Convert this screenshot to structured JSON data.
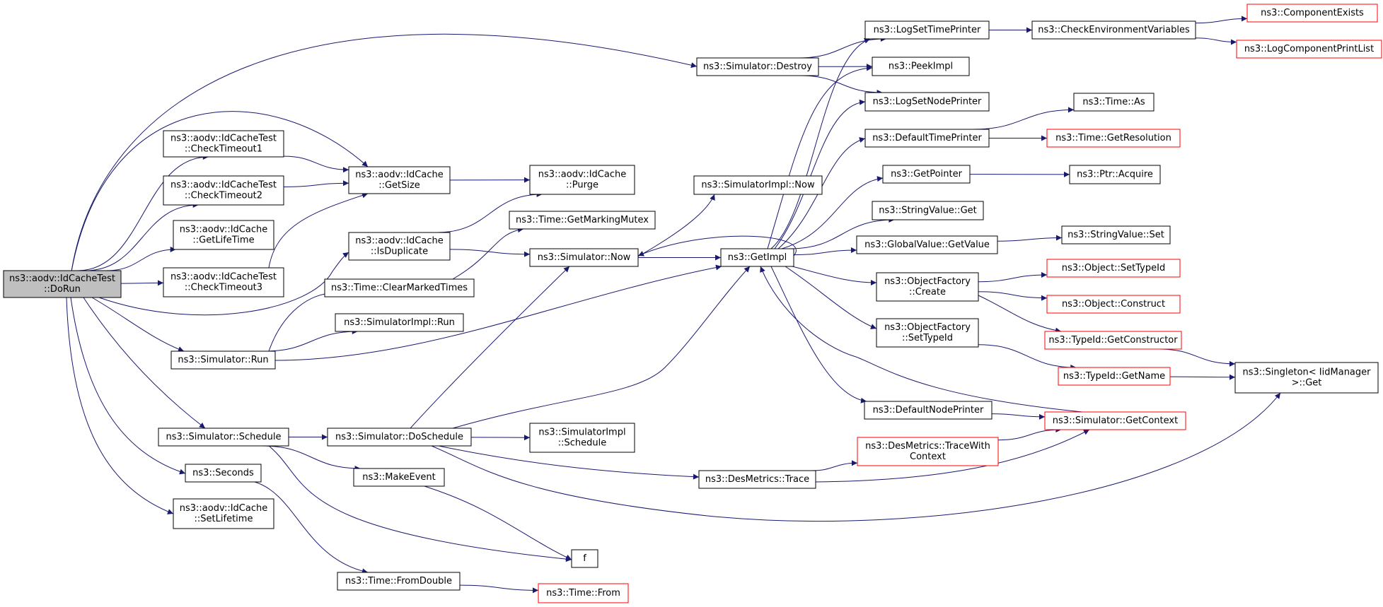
{
  "colors": {
    "edge": "#191970",
    "node_border": "#000000",
    "truncated_border": "#ff0000",
    "root_fill": "#bfbfbf",
    "node_fill": "#ffffff"
  },
  "nodes": [
    {
      "id": "dorun",
      "lines": [
        "ns3::aodv::IdCacheTest",
        "::DoRun"
      ],
      "style": "root"
    },
    {
      "id": "checktimeout1",
      "lines": [
        "ns3::aodv::IdCacheTest",
        "::CheckTimeout1"
      ],
      "style": "normal"
    },
    {
      "id": "checktimeout2",
      "lines": [
        "ns3::aodv::IdCacheTest",
        "::CheckTimeout2"
      ],
      "style": "normal"
    },
    {
      "id": "getlifetime",
      "lines": [
        "ns3::aodv::IdCache",
        "::GetLifeTime"
      ],
      "style": "normal"
    },
    {
      "id": "checktimeout3",
      "lines": [
        "ns3::aodv::IdCacheTest",
        "::CheckTimeout3"
      ],
      "style": "normal"
    },
    {
      "id": "sim_run",
      "lines": [
        "ns3::Simulator::Run"
      ],
      "style": "normal"
    },
    {
      "id": "sim_schedule",
      "lines": [
        "ns3::Simulator::Schedule"
      ],
      "style": "normal"
    },
    {
      "id": "seconds",
      "lines": [
        "ns3::Seconds"
      ],
      "style": "normal"
    },
    {
      "id": "setlifetime",
      "lines": [
        "ns3::aodv::IdCache",
        "::SetLifetime"
      ],
      "style": "normal"
    },
    {
      "id": "getsize",
      "lines": [
        "ns3::aodv::IdCache",
        "::GetSize"
      ],
      "style": "normal"
    },
    {
      "id": "isduplicate",
      "lines": [
        "ns3::aodv::IdCache",
        "::IsDuplicate"
      ],
      "style": "normal"
    },
    {
      "id": "clearmarked",
      "lines": [
        "ns3::Time::ClearMarkedTimes"
      ],
      "style": "normal"
    },
    {
      "id": "simimpl_run",
      "lines": [
        "ns3::SimulatorImpl::Run"
      ],
      "style": "normal"
    },
    {
      "id": "doschedule",
      "lines": [
        "ns3::Simulator::DoSchedule"
      ],
      "style": "normal"
    },
    {
      "id": "makeevent",
      "lines": [
        "ns3::MakeEvent"
      ],
      "style": "normal"
    },
    {
      "id": "fromdouble",
      "lines": [
        "ns3::Time::FromDouble"
      ],
      "style": "normal"
    },
    {
      "id": "purge",
      "lines": [
        "ns3::aodv::IdCache",
        "::Purge"
      ],
      "style": "normal"
    },
    {
      "id": "getmarkingmutex",
      "lines": [
        "ns3::Time::GetMarkingMutex"
      ],
      "style": "normal"
    },
    {
      "id": "sim_now",
      "lines": [
        "ns3::Simulator::Now"
      ],
      "style": "normal"
    },
    {
      "id": "simimpl_schedule",
      "lines": [
        "ns3::SimulatorImpl",
        "::Schedule"
      ],
      "style": "normal"
    },
    {
      "id": "f",
      "lines": [
        "f"
      ],
      "style": "normal"
    },
    {
      "id": "time_from",
      "lines": [
        "ns3::Time::From"
      ],
      "style": "truncated"
    },
    {
      "id": "sim_destroy",
      "lines": [
        "ns3::Simulator::Destroy"
      ],
      "style": "normal"
    },
    {
      "id": "simimpl_now",
      "lines": [
        "ns3::SimulatorImpl::Now"
      ],
      "style": "normal"
    },
    {
      "id": "getimpl",
      "lines": [
        "ns3::GetImpl"
      ],
      "style": "normal"
    },
    {
      "id": "desmetrics_trace",
      "lines": [
        "ns3::DesMetrics::Trace"
      ],
      "style": "normal"
    },
    {
      "id": "logsettimeprinter",
      "lines": [
        "ns3::LogSetTimePrinter"
      ],
      "style": "normal"
    },
    {
      "id": "peekimpl",
      "lines": [
        "ns3::PeekImpl"
      ],
      "style": "normal"
    },
    {
      "id": "logsetnodeprinter",
      "lines": [
        "ns3::LogSetNodePrinter"
      ],
      "style": "normal"
    },
    {
      "id": "defaulttimeprinter",
      "lines": [
        "ns3::DefaultTimePrinter"
      ],
      "style": "normal"
    },
    {
      "id": "getpointer",
      "lines": [
        "ns3::GetPointer"
      ],
      "style": "normal"
    },
    {
      "id": "stringvalue_get",
      "lines": [
        "ns3::StringValue::Get"
      ],
      "style": "normal"
    },
    {
      "id": "globalvalue_getvalue",
      "lines": [
        "ns3::GlobalValue::GetValue"
      ],
      "style": "normal"
    },
    {
      "id": "objectfactory_create",
      "lines": [
        "ns3::ObjectFactory",
        "::Create"
      ],
      "style": "normal"
    },
    {
      "id": "objectfactory_settypeid",
      "lines": [
        "ns3::ObjectFactory",
        "::SetTypeId"
      ],
      "style": "normal"
    },
    {
      "id": "defaultnodeprinter",
      "lines": [
        "ns3::DefaultNodePrinter"
      ],
      "style": "normal"
    },
    {
      "id": "tracewithcontext",
      "lines": [
        "ns3::DesMetrics::TraceWith",
        "Context"
      ],
      "style": "truncated"
    },
    {
      "id": "checkenv",
      "lines": [
        "ns3::CheckEnvironmentVariables"
      ],
      "style": "normal"
    },
    {
      "id": "time_as",
      "lines": [
        "ns3::Time::As"
      ],
      "style": "normal"
    },
    {
      "id": "time_getresolution",
      "lines": [
        "ns3::Time::GetResolution"
      ],
      "style": "truncated"
    },
    {
      "id": "ptr_acquire",
      "lines": [
        "ns3::Ptr::Acquire"
      ],
      "style": "normal"
    },
    {
      "id": "stringvalue_set",
      "lines": [
        "ns3::StringValue::Set"
      ],
      "style": "normal"
    },
    {
      "id": "object_settypeid",
      "lines": [
        "ns3::Object::SetTypeId"
      ],
      "style": "truncated"
    },
    {
      "id": "object_construct",
      "lines": [
        "ns3::Object::Construct"
      ],
      "style": "truncated"
    },
    {
      "id": "typeid_getconstructor",
      "lines": [
        "ns3::TypeId::GetConstructor"
      ],
      "style": "truncated"
    },
    {
      "id": "typeid_getname",
      "lines": [
        "ns3::TypeId::GetName"
      ],
      "style": "truncated"
    },
    {
      "id": "sim_getcontext",
      "lines": [
        "ns3::Simulator::GetContext"
      ],
      "style": "truncated"
    },
    {
      "id": "componentexists",
      "lines": [
        "ns3::ComponentExists"
      ],
      "style": "truncated"
    },
    {
      "id": "logcomponentprintlist",
      "lines": [
        "ns3::LogComponentPrintList"
      ],
      "style": "truncated"
    },
    {
      "id": "singleton_get",
      "lines": [
        "ns3::Singleton< IidManager",
        " >::Get"
      ],
      "style": "normal"
    }
  ],
  "edges": [
    [
      "dorun",
      "sim_destroy"
    ],
    [
      "dorun",
      "getsize"
    ],
    [
      "dorun",
      "checktimeout1"
    ],
    [
      "dorun",
      "checktimeout2"
    ],
    [
      "dorun",
      "getlifetime"
    ],
    [
      "dorun",
      "checktimeout3"
    ],
    [
      "dorun",
      "isduplicate"
    ],
    [
      "dorun",
      "sim_run"
    ],
    [
      "dorun",
      "sim_schedule"
    ],
    [
      "dorun",
      "seconds"
    ],
    [
      "dorun",
      "setlifetime"
    ],
    [
      "checktimeout1",
      "getsize"
    ],
    [
      "checktimeout2",
      "getsize"
    ],
    [
      "checktimeout3",
      "getsize"
    ],
    [
      "getsize",
      "purge"
    ],
    [
      "isduplicate",
      "purge"
    ],
    [
      "isduplicate",
      "sim_now"
    ],
    [
      "sim_run",
      "clearmarked"
    ],
    [
      "sim_run",
      "simimpl_run"
    ],
    [
      "sim_run",
      "getimpl"
    ],
    [
      "clearmarked",
      "getmarkingmutex"
    ],
    [
      "sim_schedule",
      "doschedule"
    ],
    [
      "sim_schedule",
      "makeevent"
    ],
    [
      "sim_schedule",
      "f"
    ],
    [
      "seconds",
      "fromdouble"
    ],
    [
      "fromdouble",
      "time_from"
    ],
    [
      "makeevent",
      "f"
    ],
    [
      "doschedule",
      "sim_now"
    ],
    [
      "doschedule",
      "getimpl"
    ],
    [
      "doschedule",
      "simimpl_schedule"
    ],
    [
      "doschedule",
      "desmetrics_trace"
    ],
    [
      "doschedule",
      "singleton_get"
    ],
    [
      "sim_now",
      "simimpl_now"
    ],
    [
      "sim_now",
      "getimpl"
    ],
    [
      "sim_destroy",
      "logsettimeprinter"
    ],
    [
      "sim_destroy",
      "peekimpl"
    ],
    [
      "sim_destroy",
      "logsetnodeprinter"
    ],
    [
      "getimpl",
      "sim_now"
    ],
    [
      "getimpl",
      "logsettimeprinter"
    ],
    [
      "getimpl",
      "peekimpl"
    ],
    [
      "getimpl",
      "logsetnodeprinter"
    ],
    [
      "getimpl",
      "defaulttimeprinter"
    ],
    [
      "getimpl",
      "getpointer"
    ],
    [
      "getimpl",
      "stringvalue_get"
    ],
    [
      "getimpl",
      "globalvalue_getvalue"
    ],
    [
      "getimpl",
      "objectfactory_create"
    ],
    [
      "getimpl",
      "objectfactory_settypeid"
    ],
    [
      "getimpl",
      "defaultnodeprinter"
    ],
    [
      "sim_getcontext",
      "getimpl"
    ],
    [
      "desmetrics_trace",
      "tracewithcontext"
    ],
    [
      "desmetrics_trace",
      "sim_getcontext"
    ],
    [
      "tracewithcontext",
      "sim_getcontext"
    ],
    [
      "defaultnodeprinter",
      "sim_getcontext"
    ],
    [
      "logsettimeprinter",
      "checkenv"
    ],
    [
      "checkenv",
      "componentexists"
    ],
    [
      "checkenv",
      "logcomponentprintlist"
    ],
    [
      "defaulttimeprinter",
      "time_as"
    ],
    [
      "defaulttimeprinter",
      "time_getresolution"
    ],
    [
      "getpointer",
      "ptr_acquire"
    ],
    [
      "globalvalue_getvalue",
      "stringvalue_set"
    ],
    [
      "objectfactory_create",
      "object_settypeid"
    ],
    [
      "objectfactory_create",
      "object_construct"
    ],
    [
      "objectfactory_create",
      "typeid_getconstructor"
    ],
    [
      "objectfactory_settypeid",
      "typeid_getname"
    ],
    [
      "typeid_getconstructor",
      "singleton_get"
    ],
    [
      "typeid_getname",
      "singleton_get"
    ]
  ]
}
